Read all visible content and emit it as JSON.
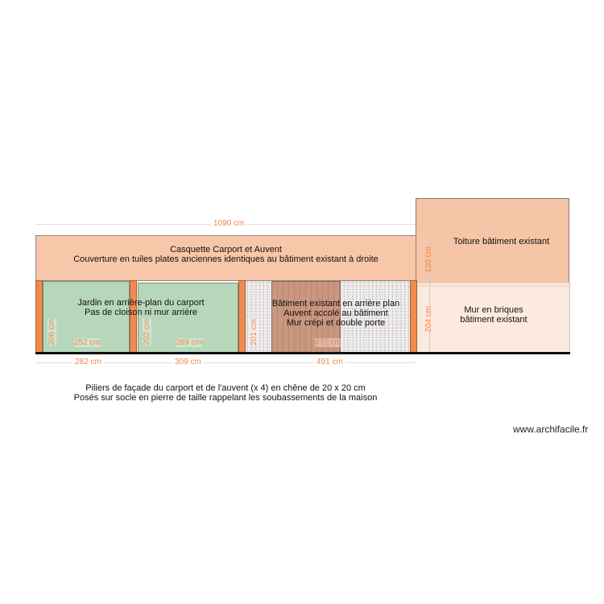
{
  "dimensions": {
    "total_width": "1090 cm",
    "carport_left_bay": "282 cm",
    "carport_right_bay": "309 cm",
    "auvent_bay": "491 cm",
    "left_inner_width": "252 cm",
    "right_inner_width": "289 cm",
    "auvent_inner_width": "471 cm",
    "left_height": "206 cm",
    "right_height": "202 cm",
    "auvent_height": "201 cm",
    "roof_height": "130 cm",
    "wall_height": "204 cm"
  },
  "labels": {
    "casquette_title": "Casquette Carport et Auvent",
    "casquette_desc": "Couverture en tuiles plates anciennes identiques au bâtiment existant à droite",
    "jardin_line1": "Jardin en arrière-plan du carport",
    "jardin_line2": "Pas de cloison ni mur arrière",
    "batiment_line1": "Bâtiment existant en arrière plan",
    "batiment_line2": "Auvent accolé au bâtiment",
    "batiment_line3": "Mur crépi et double porte",
    "toiture": "Toiture bâtiment existant",
    "mur_line1": "Mur en briques",
    "mur_line2": "bâtiment existant"
  },
  "notes": {
    "line1": "Piliers de façade du carport et de l'auvent (x 4) en chêne de 20 x 20 cm",
    "line2": "Posés sur socle en pierre de taille rappelant les soubassements de la maison"
  },
  "watermark": "www.archifacile.fr",
  "colors": {
    "pillar": "#ef8b4f",
    "roof": "#f8c6a8",
    "garden": "#b6d7b9",
    "wall": "#fde6d8",
    "dimension": "#f0884a"
  }
}
